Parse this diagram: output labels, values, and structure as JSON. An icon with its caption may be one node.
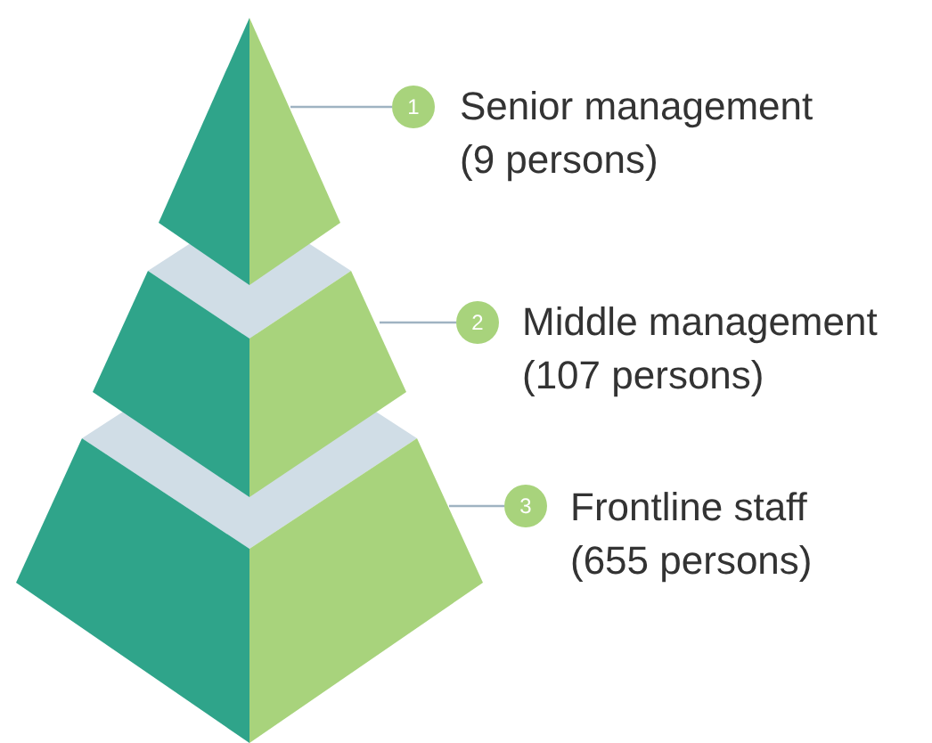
{
  "diagram": {
    "nodes": [
      {
        "text": [],
        "shape": "triangle"
      },
      {
        "text": [
          "1"
        ],
        "beside": [
          "Senior management (9 persons)"
        ]
      },
      {
        "text": [],
        "shape": "trapezoid"
      },
      {
        "text": [
          "2"
        ],
        "beside": [
          "Middle management (107 persons)"
        ]
      },
      {
        "text": [],
        "shape": "trapezoid"
      },
      {
        "text": [
          "3"
        ],
        "beside": [
          "Frontline staff (655 persons)"
        ]
      }
    ],
    "edges": [
      {
        "from": 1,
        "to": 0,
        "arrow": "none"
      },
      {
        "from": 3,
        "to": 2,
        "arrow": "none"
      },
      {
        "from": 5,
        "to": 4,
        "arrow": "none"
      }
    ]
  }
}
